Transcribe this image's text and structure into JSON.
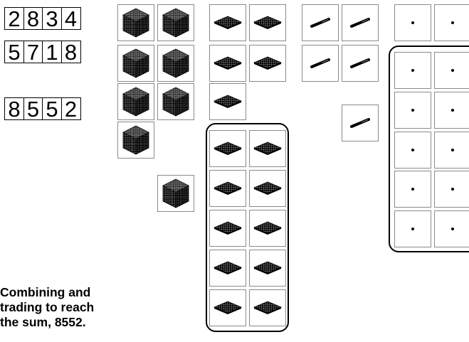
{
  "numbers": [
    {
      "digits": [
        "2",
        "8",
        "3",
        "4"
      ]
    },
    {
      "digits": [
        "5",
        "7",
        "1",
        "8"
      ]
    },
    {
      "digits": [
        "8",
        "5",
        "5",
        "2"
      ]
    }
  ],
  "caption": {
    "line1": "Combining and",
    "line2": "trading to reach",
    "line3": "the sum, 8552."
  },
  "block_icons": {
    "thousands": "thousand-cube-icon",
    "hundreds": "hundred-flat-icon",
    "tens": "ten-rod-icon",
    "ones": "unit-dot-icon"
  },
  "colors": {
    "block_fill": "#000000",
    "tile_border": "#8a8a8a",
    "group_border": "#000000"
  }
}
